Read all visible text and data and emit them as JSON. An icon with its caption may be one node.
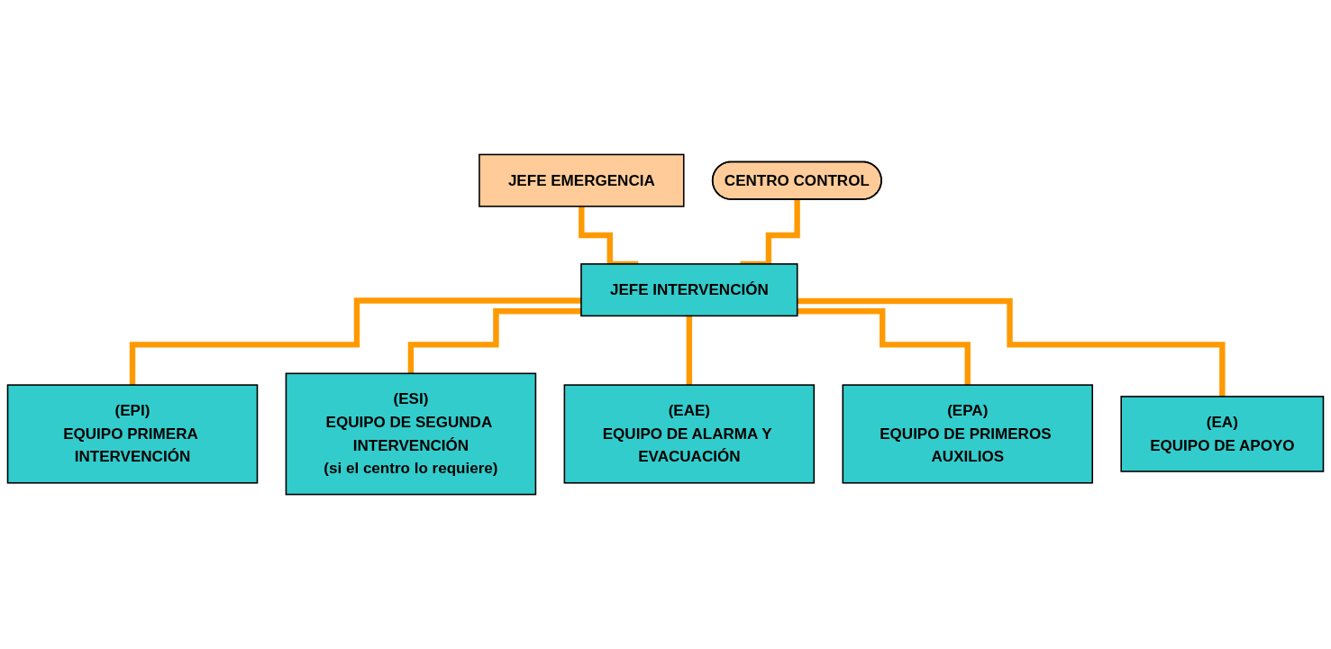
{
  "diagram": {
    "nodes": [
      {
        "text": [
          "JEFE EMERGENCIA"
        ]
      },
      {
        "text": [
          "CENTRO CONTROL"
        ]
      },
      {
        "text": [
          "JEFE INTERVENCIÓN"
        ]
      },
      {
        "text": [
          "(EPI)",
          "EQUIPO PRIMERA INTERVENCIÓN"
        ]
      },
      {
        "text": [
          "(ESI)",
          "EQUIPO DE SEGUNDA INTERVENCIÓN",
          "(si el centro lo requiere)"
        ]
      },
      {
        "text": [
          "(EAE)",
          "EQUIPO DE ALARMA Y EVACUACIÓN"
        ]
      },
      {
        "text": [
          "(EPA)",
          "EQUIPO DE PRIMEROS AUXILIOS"
        ]
      },
      {
        "text": [
          "(EA)",
          "EQUIPO DE APOYO"
        ]
      }
    ],
    "edges": [
      {
        "from": 0,
        "to": 2,
        "arrow": "none"
      },
      {
        "from": 1,
        "to": 2,
        "arrow": "none"
      },
      {
        "from": 2,
        "to": 3,
        "arrow": "none"
      },
      {
        "from": 2,
        "to": 4,
        "arrow": "none"
      },
      {
        "from": 2,
        "to": 5,
        "arrow": "none"
      },
      {
        "from": 2,
        "to": 6,
        "arrow": "none"
      },
      {
        "from": 2,
        "to": 7,
        "arrow": "none"
      }
    ]
  }
}
